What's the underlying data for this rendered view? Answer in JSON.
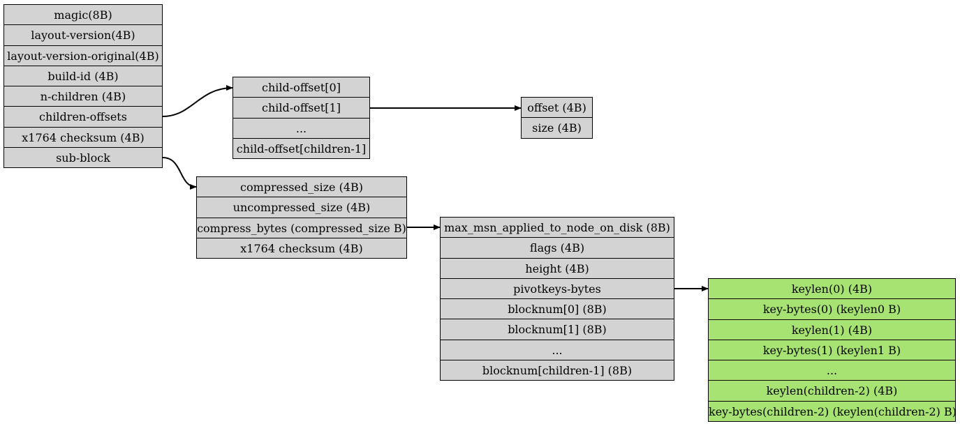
{
  "records": {
    "header": {
      "fields": [
        "magic(8B)",
        "layout-version(4B)",
        "layout-version-original(4B)",
        "build-id (4B)",
        "n-children (4B)",
        "children-offsets",
        "x1764 checksum (4B)",
        "sub-block"
      ]
    },
    "child_offsets": {
      "fields": [
        "child-offset[0]",
        "child-offset[1]",
        "...",
        "child-offset[children-1]"
      ]
    },
    "offset_size": {
      "fields": [
        "offset (4B)",
        "size (4B)"
      ]
    },
    "sub_block": {
      "fields": [
        "compressed_size (4B)",
        "uncompressed_size (4B)",
        "compress_bytes (compressed_size B)",
        "x1764 checksum (4B)"
      ]
    },
    "node": {
      "fields": [
        "max_msn_applied_to_node_on_disk (8B)",
        "flags (4B)",
        "height (4B)",
        "pivotkeys-bytes",
        "blocknum[0] (8B)",
        "blocknum[1] (8B)",
        "...",
        "blocknum[children-1] (8B)"
      ]
    },
    "pivot_keys": {
      "fields": [
        "keylen(0) (4B)",
        "key-bytes(0) (keylen0 B)",
        "keylen(1) (4B)",
        "key-bytes(1) (keylen1 B)",
        "...",
        "keylen(children-2) (4B)",
        "key-bytes(children-2) (keylen(children-2) B)"
      ]
    }
  },
  "colors": {
    "record_fill": "#d3d3d3",
    "highlight_fill": "#a6e373",
    "edge": "#000000"
  }
}
